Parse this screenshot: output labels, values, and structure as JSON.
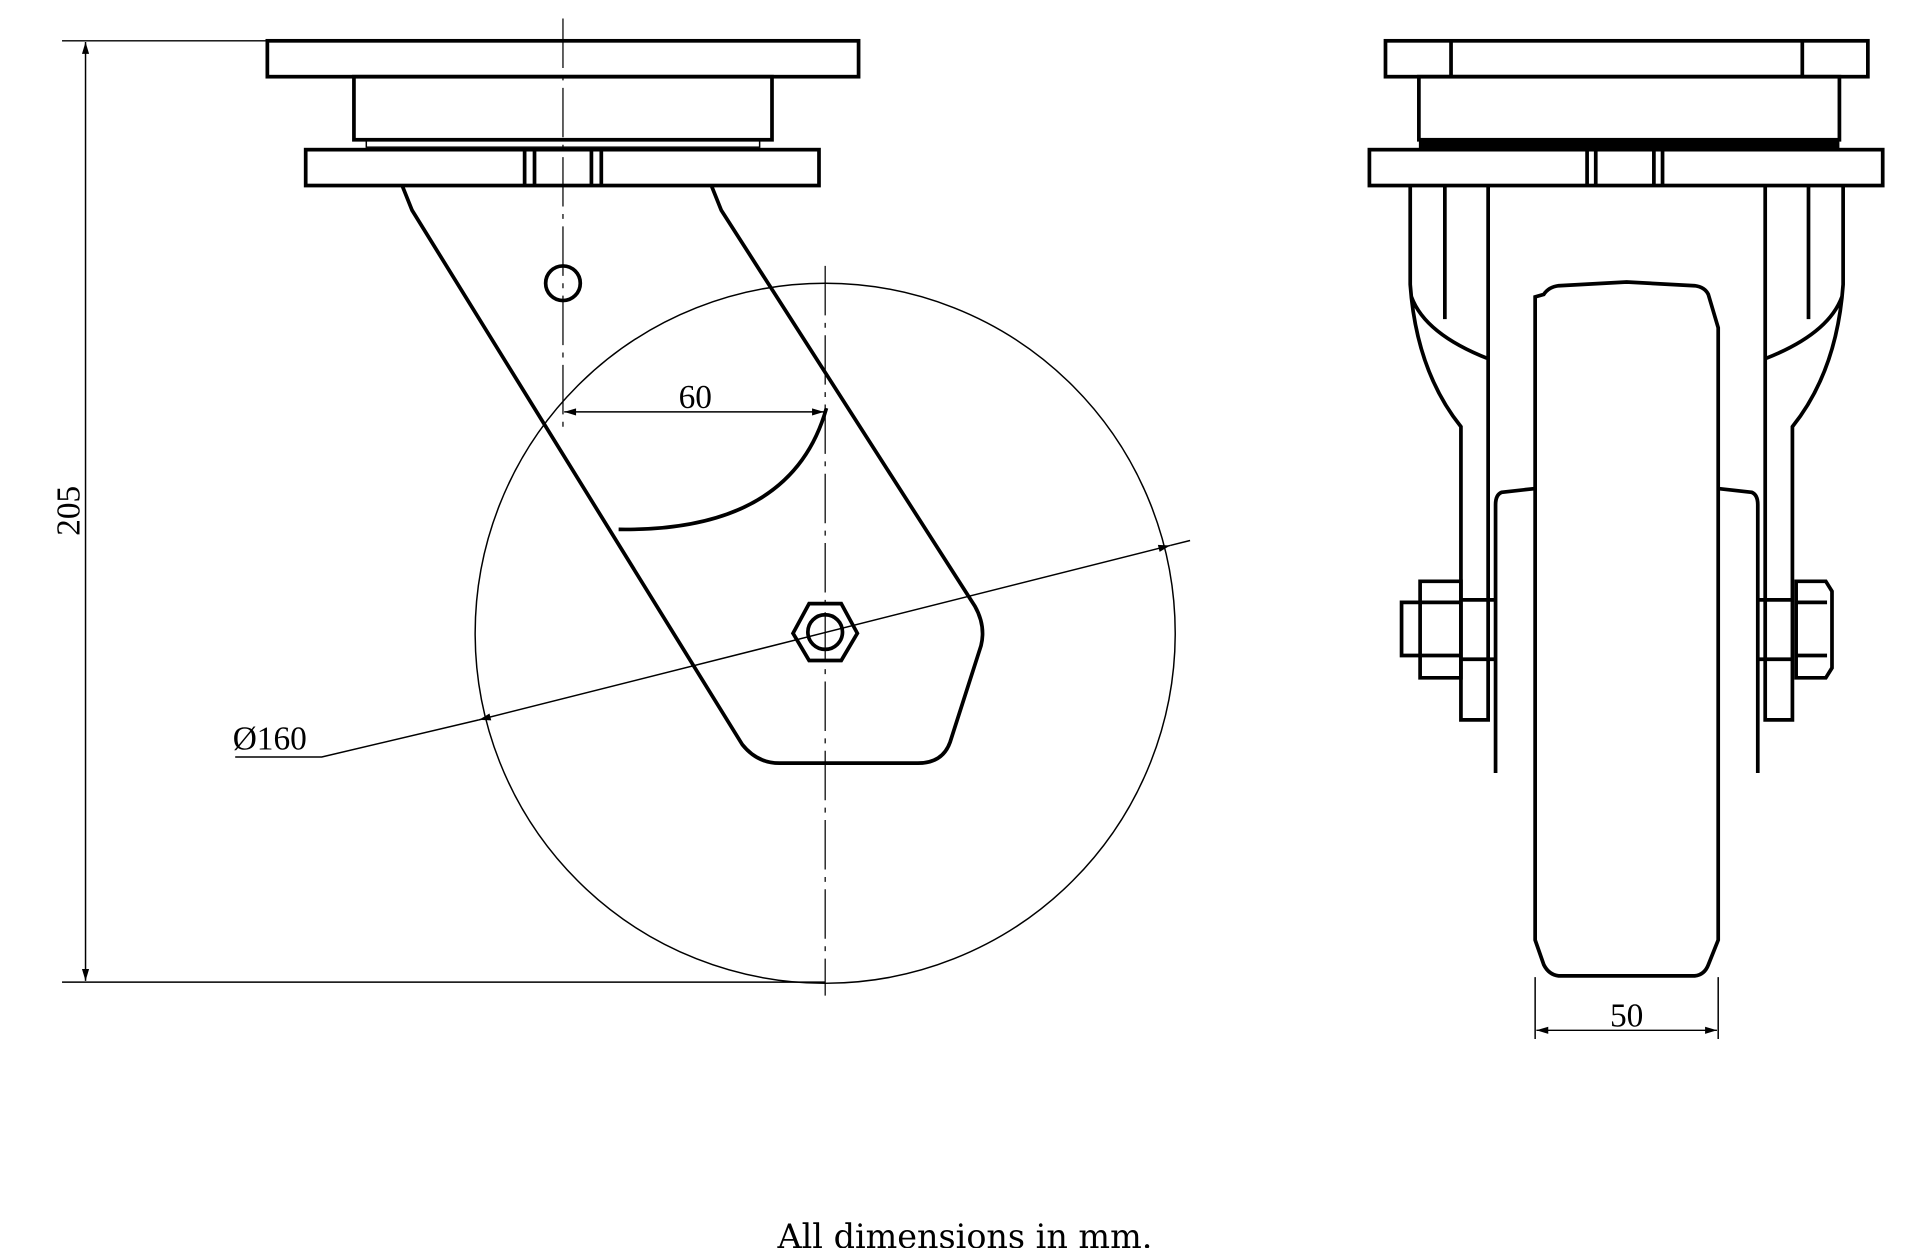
{
  "drawing": {
    "title": "Swivel castor technical drawing",
    "dimensions": {
      "height": "205",
      "offset": "60",
      "wheel_diameter": "Ø160",
      "wheel_width": "50"
    },
    "caption": "All dimensions in mm."
  }
}
